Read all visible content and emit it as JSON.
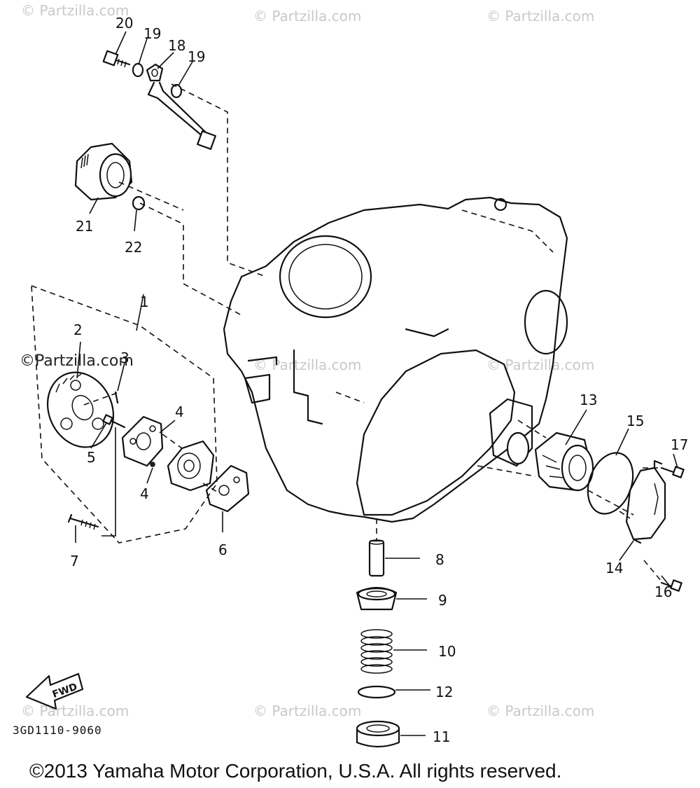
{
  "diagram": {
    "code": "3GD1110-9060",
    "copyright": "©2013 Yamaha Motor Corporation, U.S.A. All rights reserved.",
    "fwd_label": "FWD",
    "watermark": "© Partzilla.com",
    "watermark_dark": "©Partzilla.com",
    "callouts": [
      {
        "id": "c1",
        "text": "1"
      },
      {
        "id": "c2",
        "text": "2"
      },
      {
        "id": "c3",
        "text": "3"
      },
      {
        "id": "c4a",
        "text": "4"
      },
      {
        "id": "c4b",
        "text": "4"
      },
      {
        "id": "c5",
        "text": "5"
      },
      {
        "id": "c6",
        "text": "6"
      },
      {
        "id": "c7",
        "text": "7"
      },
      {
        "id": "c8",
        "text": "8"
      },
      {
        "id": "c9",
        "text": "9"
      },
      {
        "id": "c10",
        "text": "10"
      },
      {
        "id": "c11",
        "text": "11"
      },
      {
        "id": "c12",
        "text": "12"
      },
      {
        "id": "c13",
        "text": "13"
      },
      {
        "id": "c14",
        "text": "14"
      },
      {
        "id": "c15",
        "text": "15"
      },
      {
        "id": "c16",
        "text": "16"
      },
      {
        "id": "c17",
        "text": "17"
      },
      {
        "id": "c18",
        "text": "18"
      },
      {
        "id": "c19a",
        "text": "19"
      },
      {
        "id": "c19b",
        "text": "19"
      },
      {
        "id": "c20",
        "text": "20"
      },
      {
        "id": "c21",
        "text": "21"
      },
      {
        "id": "c22",
        "text": "22"
      }
    ]
  }
}
